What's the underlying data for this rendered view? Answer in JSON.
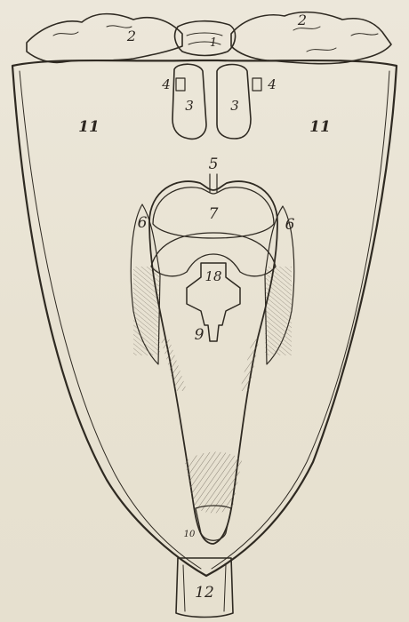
{
  "figure": {
    "labels": {
      "label_2_left": "2",
      "label_2_right": "2",
      "label_1_top": "1",
      "label_3_left": "3",
      "label_3_right": "3",
      "label_4_left": "4",
      "label_4_right": "4",
      "label_11_left": "11",
      "label_11_right": "11",
      "label_5": "5",
      "label_6_left": "6",
      "label_6_right": "6",
      "label_7": "7",
      "label_18": "18",
      "label_9": "9",
      "label_10": "10",
      "label_12": "12"
    }
  },
  "colors": {
    "paper": "#ebe6d8",
    "ink": "#2f2a22",
    "shade": "#b9b3a6",
    "shade_dark": "#8f887c"
  }
}
